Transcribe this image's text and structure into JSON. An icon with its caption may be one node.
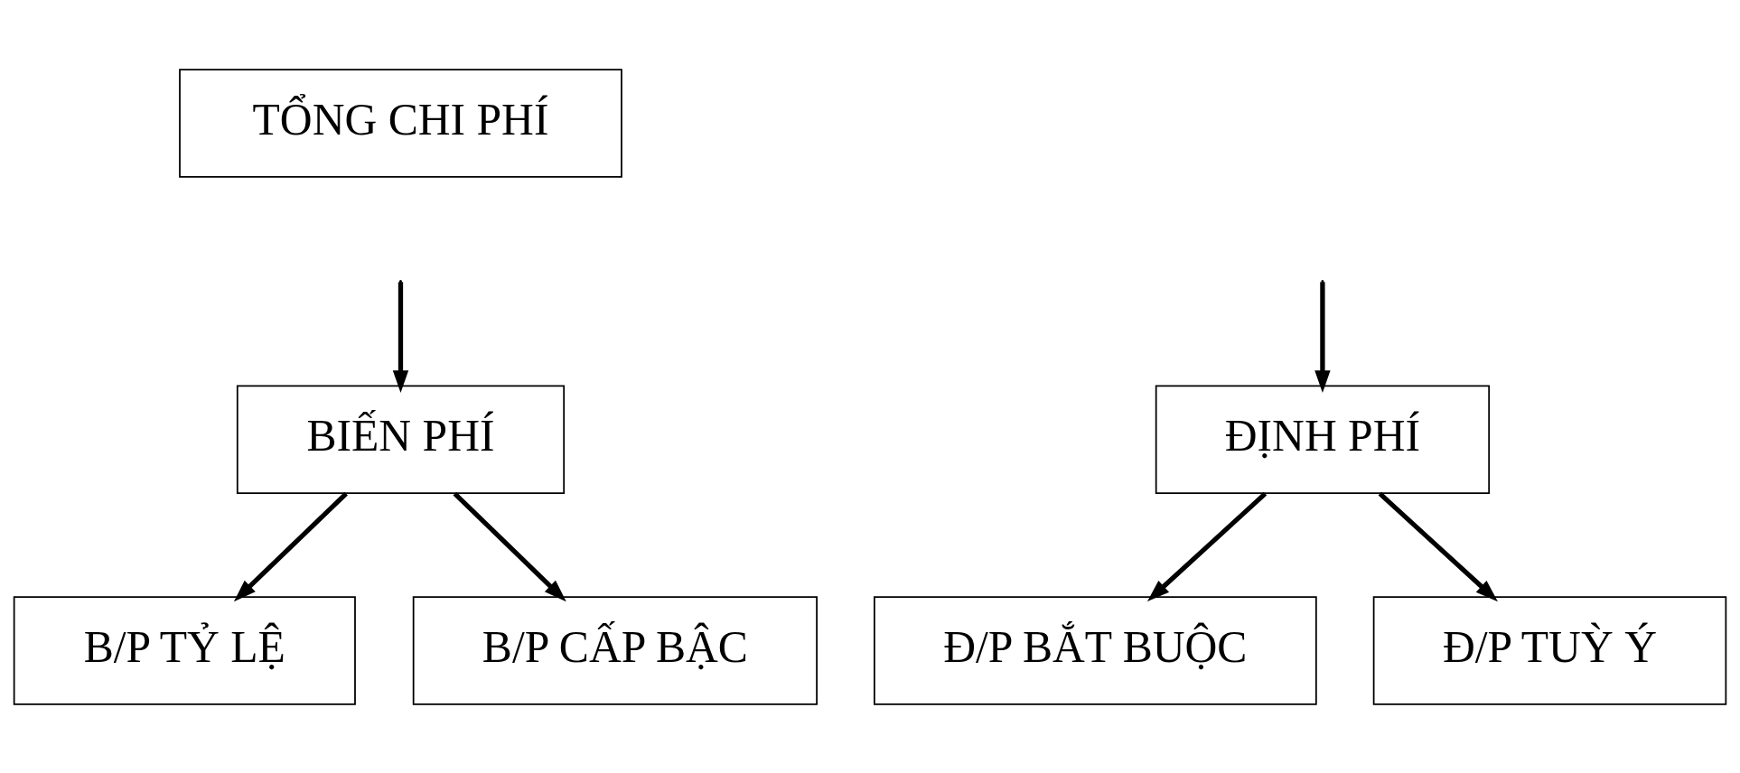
{
  "diagram": {
    "nodes": [
      {
        "text": [
          "TỔNG CHI PHÍ"
        ]
      },
      {
        "text": [
          "BIẾN PHÍ"
        ]
      },
      {
        "text": [
          "ĐỊNH PHÍ"
        ]
      },
      {
        "text": [
          "B/P TỶ LỆ"
        ]
      },
      {
        "text": [
          "B/P CẤP BẬC"
        ]
      },
      {
        "text": [
          "Đ/P BẮT BUỘC"
        ]
      },
      {
        "text": [
          "Đ/P TUỲ Ý"
        ]
      }
    ],
    "edges": [
      {
        "from": null,
        "to": 1,
        "arrow": "to"
      },
      {
        "from": null,
        "to": 2,
        "arrow": "to"
      },
      {
        "from": 1,
        "to": 3,
        "arrow": "to"
      },
      {
        "from": 1,
        "to": 4,
        "arrow": "to"
      },
      {
        "from": 2,
        "to": 5,
        "arrow": "to"
      },
      {
        "from": 2,
        "to": 6,
        "arrow": "to"
      }
    ]
  }
}
